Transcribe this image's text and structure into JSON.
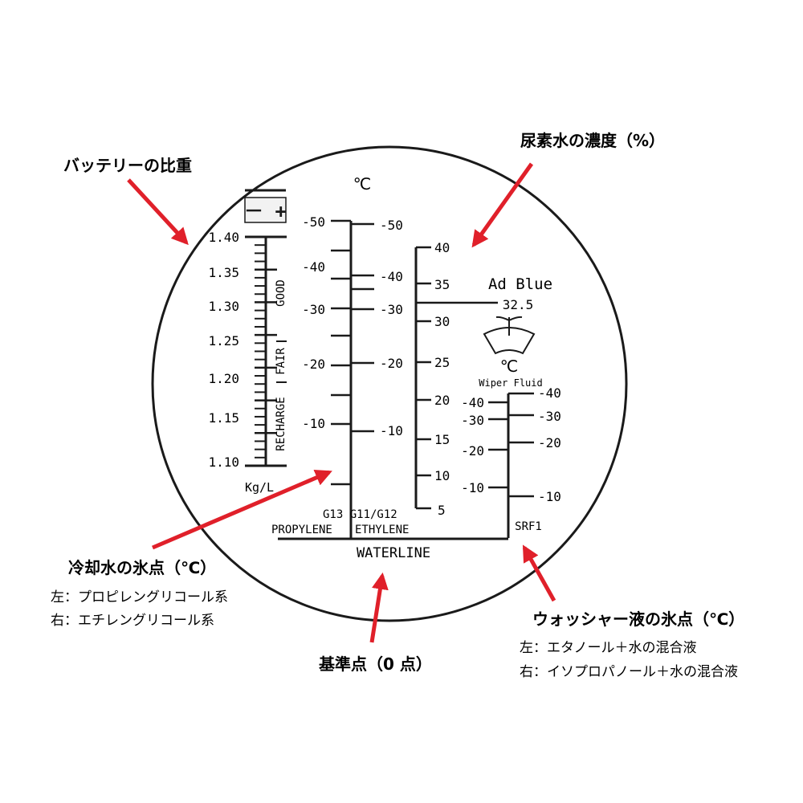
{
  "annotations": {
    "battery": "バッテリーの比重",
    "adblue": "尿素水の濃度（%）",
    "coolant_title": "冷却水の氷点（℃）",
    "coolant_left": "左：プロピレングリコール系",
    "coolant_right": "右：エチレングリコール系",
    "reference": "基準点（0 点）",
    "washer_title": "ウォッシャー液の氷点（℃）",
    "washer_left": "左：エタノール＋水の混合液",
    "washer_right": "右：イソプロパノール＋水の混合液"
  },
  "scale": {
    "celsius": "℃",
    "battery_sign": "－ +",
    "battery_ticks": [
      "1.40",
      "1.35",
      "1.30",
      "1.25",
      "1.20",
      "1.15",
      "1.10"
    ],
    "battery_unit": "Kg/L",
    "battery_zones": {
      "good": "GOOD",
      "fair": "FAIR",
      "recharge": "RECHARGE"
    },
    "propylene_ticks": [
      "-50",
      "-40",
      "-30",
      "-20",
      "-10"
    ],
    "ethylene_ticks": [
      "-50",
      "-40",
      "-30",
      "-20",
      "-10"
    ],
    "coolant_label": "G13 G11/G12",
    "propylene_label": "PROPYLENE",
    "ethylene_label": "ETHYLENE",
    "adblue_ticks": [
      "40",
      "35",
      "30",
      "25",
      "20",
      "15",
      "10",
      "5"
    ],
    "adblue_title": "Ad Blue",
    "adblue_value": "32.5",
    "wiper_celsius": "℃",
    "wiper_title": "Wiper Fluid",
    "wiper_left_ticks": [
      "-40",
      "-30",
      "-20",
      "-10"
    ],
    "wiper_right_ticks": [
      "-40",
      "-30",
      "-20",
      "-10"
    ],
    "wiper_label": "SRF1",
    "waterline": "WATERLINE"
  },
  "colors": {
    "arrow": "#e0202a",
    "ink": "#1a1a1a"
  }
}
